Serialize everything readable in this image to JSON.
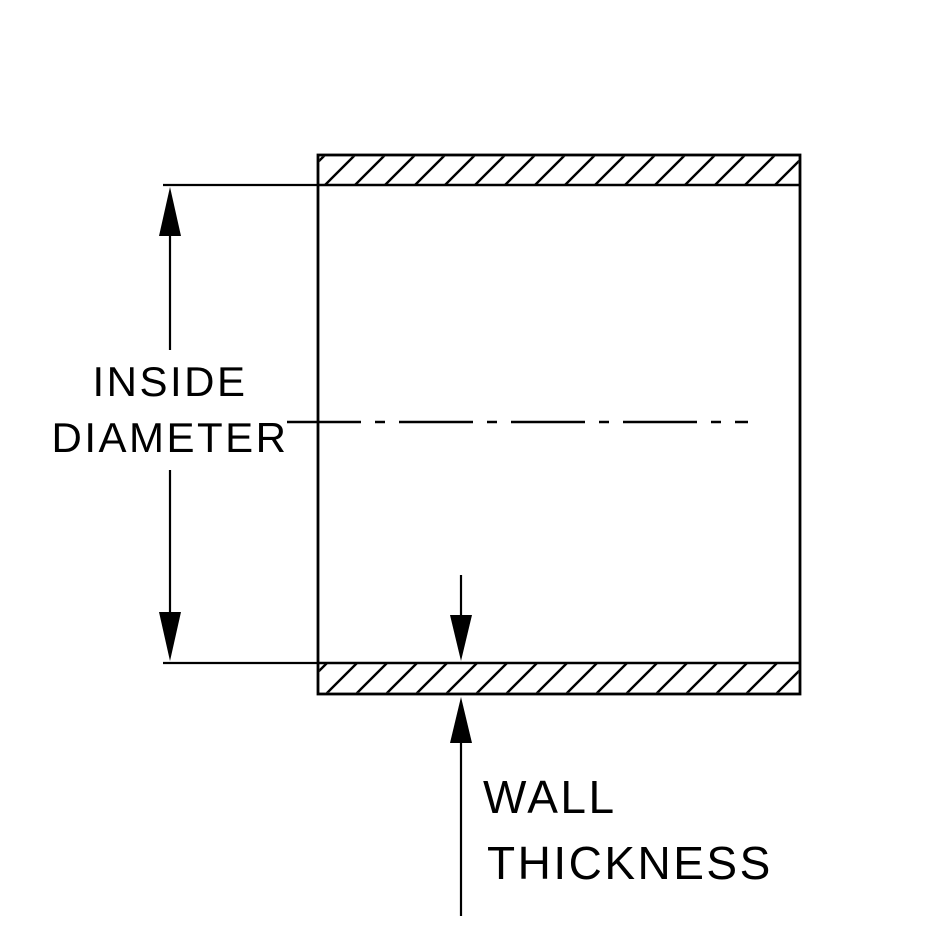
{
  "diagram": {
    "type": "technical-dimension-drawing",
    "subject": "hose-coupler-cross-section",
    "labels": {
      "inside_line1": "INSIDE",
      "inside_line2": "DIAMETER",
      "wall_line1": "WALL",
      "wall_line2": "THICKNESS"
    },
    "colors": {
      "line": "#000000",
      "background": "#ffffff"
    }
  }
}
